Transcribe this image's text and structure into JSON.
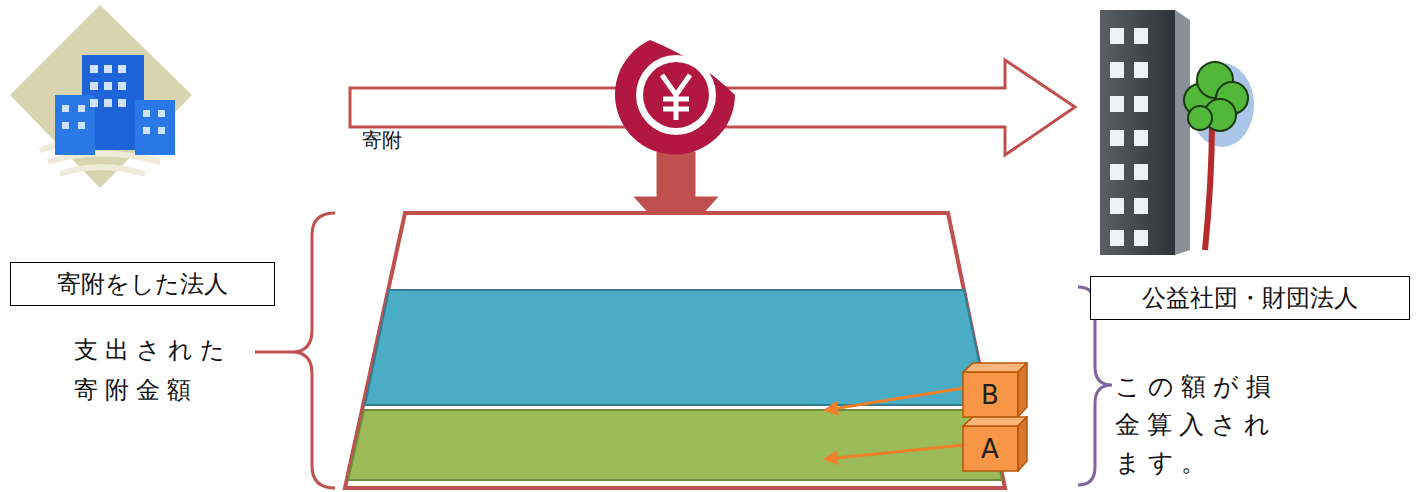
{
  "diagram": {
    "nodes": [
      {
        "text": [
          "寄附をした法人"
        ]
      },
      {
        "text": [
          "公益社団・財団法人"
        ]
      },
      {
        "text": [
          "B"
        ]
      },
      {
        "text": [
          "A"
        ]
      }
    ],
    "labels": [
      "寄附",
      "支出された 寄附金額",
      "この額が損 金算入され ます。"
    ]
  }
}
